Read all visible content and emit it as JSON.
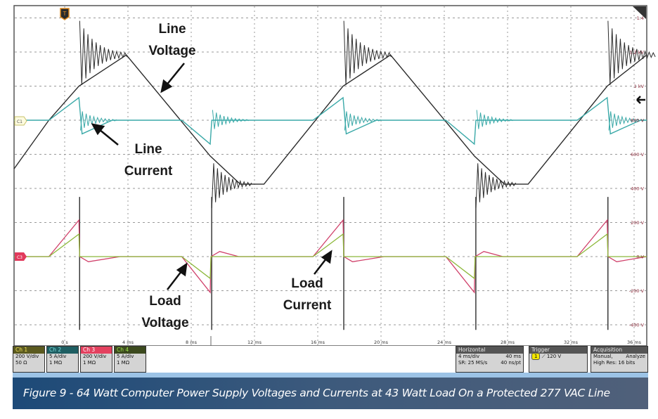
{
  "chart_data": {
    "type": "line",
    "title": "",
    "x_ticks": [
      "0 s",
      "4 ms",
      "8 ms",
      "12 ms",
      "16 ms",
      "20 ms",
      "24 ms",
      "28 ms",
      "32 ms",
      "36 ms"
    ],
    "x_tick_values_ms": [
      0,
      4,
      8,
      12,
      16,
      20,
      24,
      28,
      32,
      36
    ],
    "y_ticks": [
      "1.4",
      "1.2 kV",
      "1 kV",
      "800 V",
      "600 V",
      "400 V",
      "200 V",
      "0 V",
      "-200 V",
      "-400 V"
    ],
    "y_tick_values_v": [
      1400,
      1200,
      1000,
      800,
      600,
      400,
      200,
      0,
      -200,
      -400
    ],
    "xlim_ms": [
      -3.2,
      36.8
    ],
    "ylim_v": [
      -450,
      1450
    ],
    "grid": true,
    "series": [
      {
        "key": "line_voltage",
        "color": "#2b2b2b",
        "points": [
          [
            -3.2,
            515
          ],
          [
            -1,
            800
          ],
          [
            0.9,
            1000
          ],
          [
            3.9,
            1183
          ],
          [
            9.2,
            590
          ],
          [
            11.1,
            425
          ],
          [
            12.6,
            425
          ],
          [
            17.6,
            1000
          ],
          [
            20.6,
            1183
          ],
          [
            25.9,
            590
          ],
          [
            27.8,
            425
          ],
          [
            29.3,
            425
          ],
          [
            34.3,
            1000
          ],
          [
            36.8,
            1183
          ]
        ]
      },
      {
        "key": "line_current",
        "color": "#3aa9a8",
        "points": [
          [
            -3.2,
            800
          ],
          [
            -1,
            800
          ],
          [
            0.9,
            932
          ],
          [
            1.1,
            720
          ],
          [
            3,
            800
          ],
          [
            7.4,
            800
          ],
          [
            9.2,
            660
          ],
          [
            9.3,
            800
          ],
          [
            15.7,
            800
          ],
          [
            17.6,
            932
          ],
          [
            17.8,
            720
          ],
          [
            19.7,
            800
          ],
          [
            24.1,
            800
          ],
          [
            25.9,
            660
          ],
          [
            26,
            800
          ],
          [
            32.4,
            800
          ],
          [
            34.3,
            932
          ],
          [
            34.5,
            720
          ],
          [
            36.4,
            800
          ],
          [
            36.8,
            800
          ]
        ]
      },
      {
        "key": "load_voltage",
        "color": "#d0406a",
        "points": [
          [
            -3.2,
            0
          ],
          [
            -1,
            0
          ],
          [
            0.9,
            214
          ],
          [
            0.95,
            0
          ],
          [
            1.5,
            -30
          ],
          [
            3.5,
            0
          ],
          [
            7.4,
            0
          ],
          [
            9.2,
            -210
          ],
          [
            9.25,
            0
          ],
          [
            9.8,
            30
          ],
          [
            11,
            0
          ],
          [
            15.7,
            0
          ],
          [
            17.6,
            214
          ],
          [
            17.65,
            0
          ],
          [
            18.2,
            -30
          ],
          [
            20.2,
            0
          ],
          [
            24.1,
            0
          ],
          [
            25.9,
            -210
          ],
          [
            25.95,
            0
          ],
          [
            26.5,
            30
          ],
          [
            27.7,
            0
          ],
          [
            32.4,
            0
          ],
          [
            34.3,
            214
          ],
          [
            34.35,
            0
          ],
          [
            34.9,
            -30
          ],
          [
            36.8,
            0
          ]
        ]
      },
      {
        "key": "load_current",
        "color": "#8cb83a",
        "points": [
          [
            -3.2,
            0
          ],
          [
            -1,
            0
          ],
          [
            0.9,
            132
          ],
          [
            0.95,
            0
          ],
          [
            7.4,
            0
          ],
          [
            9.2,
            -128
          ],
          [
            9.25,
            0
          ],
          [
            15.7,
            0
          ],
          [
            17.6,
            132
          ],
          [
            17.65,
            0
          ],
          [
            24.1,
            0
          ],
          [
            25.9,
            -128
          ],
          [
            25.95,
            0
          ],
          [
            32.4,
            0
          ],
          [
            34.3,
            132
          ],
          [
            34.35,
            0
          ],
          [
            36.8,
            0
          ]
        ]
      }
    ],
    "annotations": {
      "line_voltage": [
        "Line",
        "Voltage"
      ],
      "line_current": [
        "Line",
        "Current"
      ],
      "load_voltage": [
        "Load",
        "Voltage"
      ],
      "load_current": [
        "Load",
        "Current"
      ]
    },
    "channel_markers": {
      "c1": "C1",
      "c3": "C3"
    },
    "trigger_marker": "T"
  },
  "channels": [
    {
      "label": "Ch 1",
      "lines": [
        "200 V/div",
        "50 Ω"
      ],
      "header_bg": "#5b5a1f",
      "header_fg": "#f2e35a"
    },
    {
      "label": "Ch 2",
      "lines": [
        "5 A/div",
        "1 MΩ"
      ],
      "header_bg": "#1e5e62",
      "header_fg": "#7fe0e0"
    },
    {
      "label": "Ch 3",
      "lines": [
        "200 V/div",
        "1 MΩ"
      ],
      "header_bg": "#e4415f",
      "header_fg": "#ffffff"
    },
    {
      "label": "Ch 4",
      "lines": [
        "5 A/div",
        "1 MΩ"
      ],
      "header_bg": "#3c4a1e",
      "header_fg": "#9be04a"
    }
  ],
  "horizontal": {
    "title": "Horizontal",
    "scale": "4 ms/div",
    "record": "40 ms",
    "sr": "SR: 25 MS/s",
    "res": "40 ns/pt"
  },
  "trigger": {
    "title": "Trigger",
    "source": "1",
    "slope": "⟋",
    "level": "120 V"
  },
  "acquisition": {
    "title": "Acquisition",
    "mode": "Manual,",
    "analyze": "Analyze",
    "res": "High Res: 16 bits"
  },
  "caption": "Figure 9 - 64 Watt Computer Power Supply Voltages and Currents at 43 Watt Load On a Protected 277 VAC Line"
}
